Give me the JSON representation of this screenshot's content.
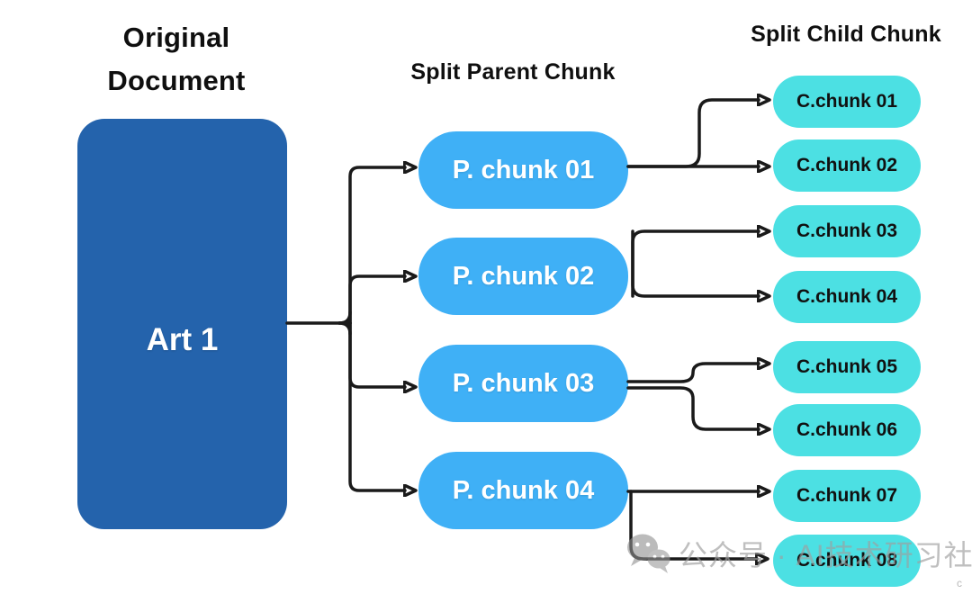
{
  "headings": {
    "original_line1": "Original",
    "original_line2": "Document",
    "split_parent": "Split Parent Chunk",
    "split_child": "Split Child Chunk"
  },
  "original_document": {
    "label": "Art 1"
  },
  "parent_chunks": [
    {
      "label": "P. chunk 01"
    },
    {
      "label": "P. chunk 02"
    },
    {
      "label": "P. chunk 03"
    },
    {
      "label": "P. chunk 04"
    }
  ],
  "child_chunks": [
    {
      "label": "C.chunk 01"
    },
    {
      "label": "C.chunk 02"
    },
    {
      "label": "C.chunk 03"
    },
    {
      "label": "C.chunk 04"
    },
    {
      "label": "C.chunk 05"
    },
    {
      "label": "C.chunk 06"
    },
    {
      "label": "C.chunk 07"
    },
    {
      "label": "C.chunk 08"
    }
  ],
  "watermark": {
    "icon": "wechat-icon",
    "text": "公众号 · AI技术研习社",
    "corner_mark": "c"
  },
  "colors": {
    "original_blue": "#2463AC",
    "parent_blue": "#3FB0F6",
    "child_teal": "#4CE0E3",
    "line": "#1A1A1A",
    "heading_text": "#0F0F0F",
    "watermark_grey": "#9E9E9E"
  }
}
